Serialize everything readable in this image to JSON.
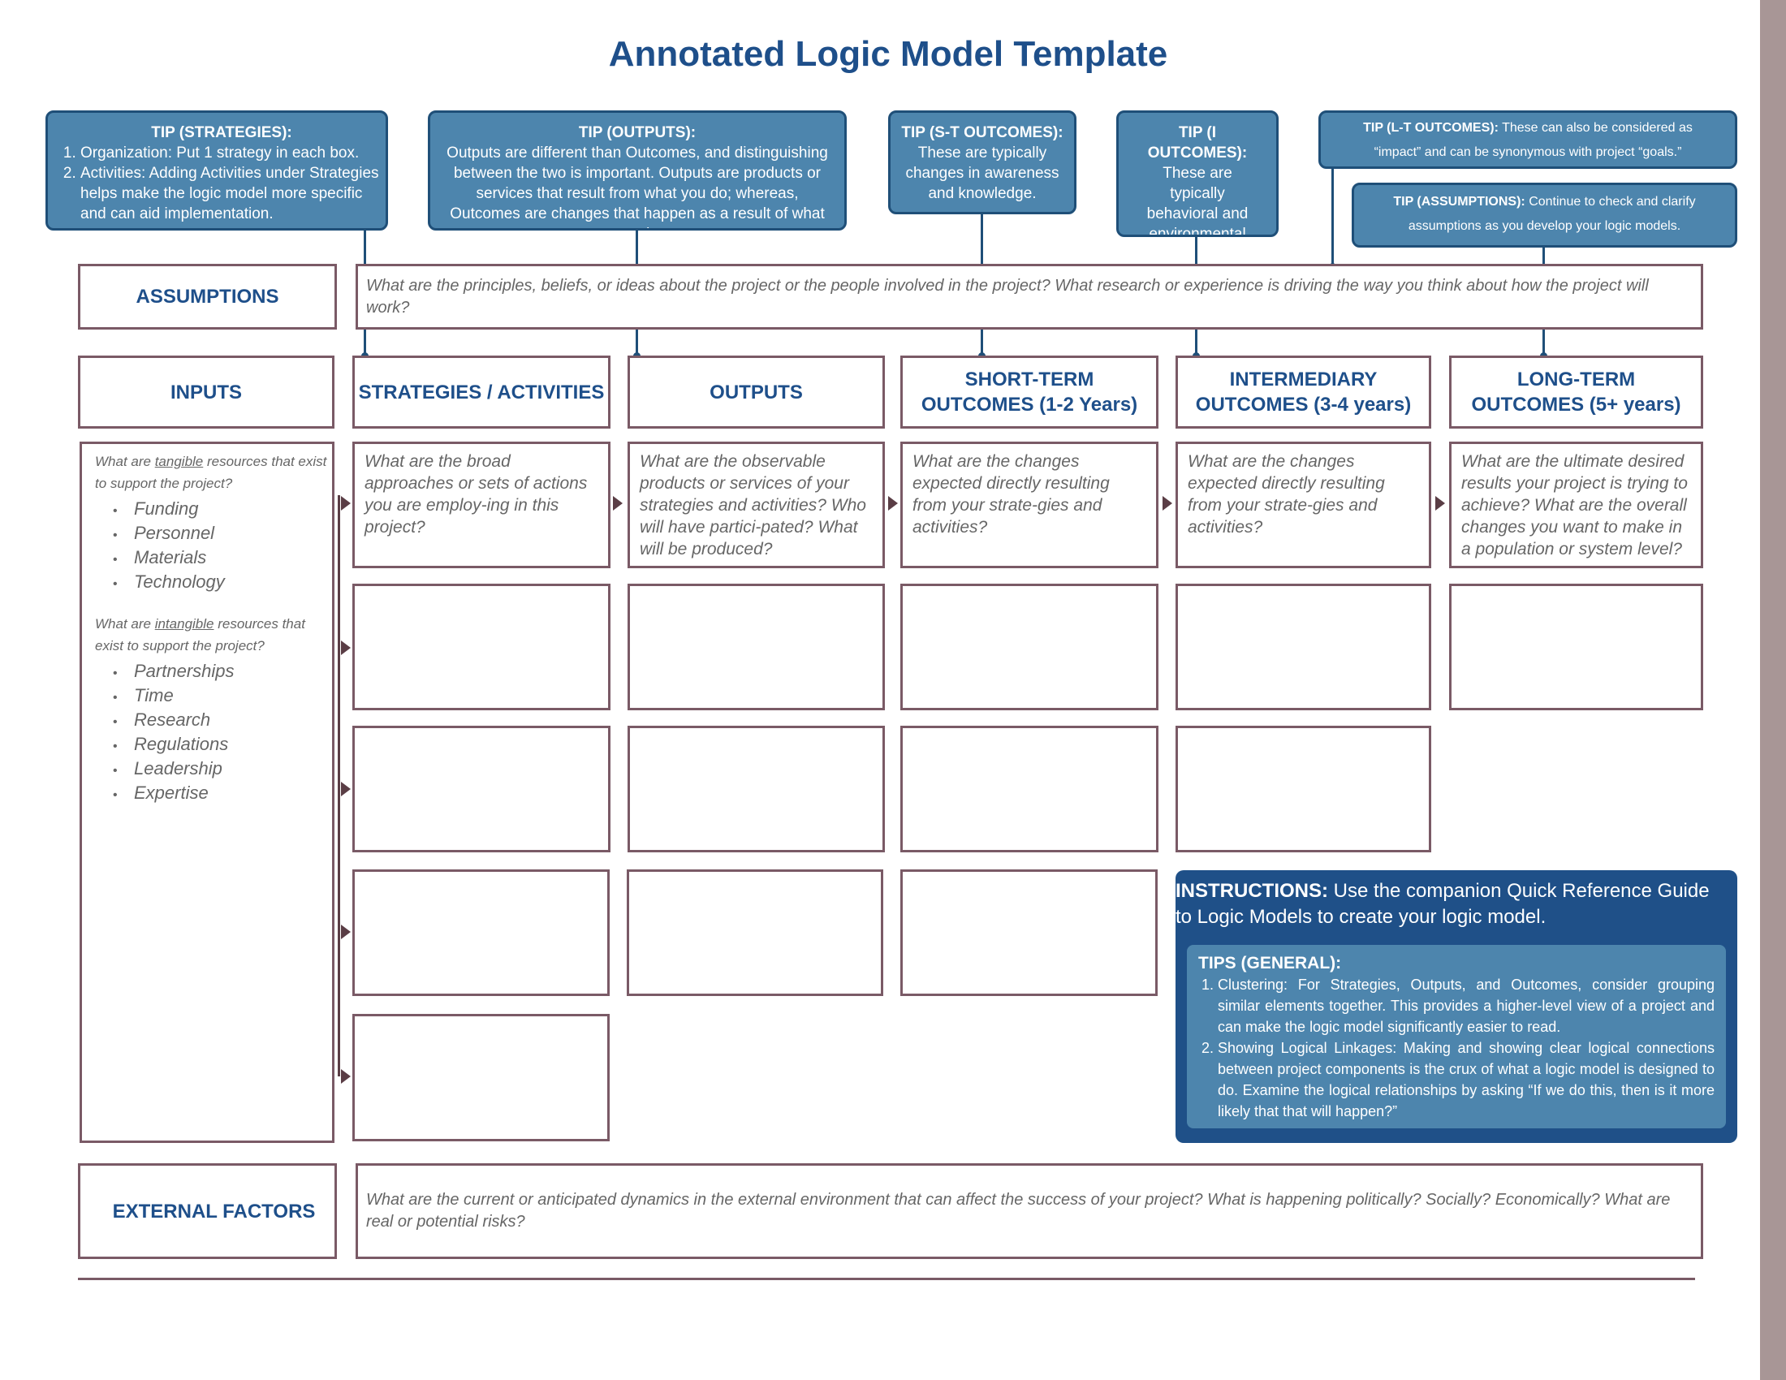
{
  "title": "Annotated Logic Model Template",
  "tips": {
    "strategies": {
      "heading": "TIP (STRATEGIES):",
      "items": [
        "Organization: Put 1 strategy in each box.",
        "Activities: Adding Activities under Strategies helps make the logic model more specific and can aid implementation."
      ]
    },
    "outputs": {
      "heading": "TIP (OUTPUTS):",
      "text": "Outputs are different than Outcomes, and distinguishing between the two is important. Outputs are products or services that result from what you do; whereas, Outcomes are changes that happen as a result of what you do."
    },
    "st_outcomes": {
      "heading": "TIP (S-T OUTCOMES):",
      "text": "These are typically changes in awareness and knowledge."
    },
    "i_outcomes": {
      "heading": "TIP (I OUTCOMES):",
      "text": "These are typically behavioral and environmental changes."
    },
    "lt_outcomes": {
      "heading": "TIP (L-T OUTCOMES):",
      "text": "These can also be considered as “impact” and can be synonymous with project “goals.”"
    },
    "assumptions": {
      "heading": "TIP (ASSUMPTIONS):",
      "text": "Continue to check and clarify assumptions as you develop your logic models."
    }
  },
  "assumptions": {
    "label": "ASSUMPTIONS",
    "prompt": "What are the principles, beliefs, or ideas about the project or the people involved in the project? What research or experience is driving the way you think about how the project will work?"
  },
  "columns": {
    "inputs": "INPUTS",
    "strategies": "STRATEGIES / ACTIVITIES",
    "outputs": "OUTPUTS",
    "short_term": "SHORT-TERM OUTCOMES (1-2 Years)",
    "intermediary": "INTERMEDIARY OUTCOMES (3-4 years)",
    "long_term": "LONG-TERM OUTCOMES (5+ years)"
  },
  "inputs_content": {
    "tangible_q_pre": "What are ",
    "tangible_word": "tangible",
    "tangible_q_post": " resources that exist to support the project?",
    "tangible_items": [
      "Funding",
      "Personnel",
      "Materials",
      "Technology"
    ],
    "intangible_q_pre": "What are ",
    "intangible_word": "intangible",
    "intangible_q_post": " resources that exist to support the project?",
    "intangible_items": [
      "Partnerships",
      "Time",
      "Research",
      "Regulations",
      "Leadership",
      "Expertise"
    ]
  },
  "prompts": {
    "strategies": "What are the broad approaches or sets of actions you are employ-ing in this project?",
    "outputs": "What are the observable products or services of your strategies and activities? Who will have partici-pated? What will be produced?",
    "short_term": "What are the changes expected directly resulting from your strate-gies and activities?",
    "intermediary": "What are the changes expected directly resulting from your strate-gies and activities?",
    "long_term": "What are the ultimate desired results your project is trying to achieve? What are the overall changes you want to make in a population or system level?"
  },
  "instructions": {
    "heading": "INSTRUCTIONS:",
    "text": "Use the companion Quick Reference Guide to Logic Models to create your logic model.",
    "tips_heading": "TIPS (GENERAL):",
    "tips": [
      "Clustering: For Strategies, Outputs, and Outcomes, consider grouping similar elements together. This provides a higher-level view of a project and can make the logic model significantly easier to read.",
      "Showing Logical Linkages: Making and showing clear logical connections between project components is the crux of what a logic model is designed to do. Examine the logical relationships by asking “If we do this, then is it more likely that that will happen?”"
    ]
  },
  "external_factors": {
    "label": "EXTERNAL FACTORS",
    "prompt": "What are the current or anticipated dynamics in the external environment that can affect the success of your project? What is happening politically? Socially? Economically? What are real or potential risks?"
  },
  "colors": {
    "title": "#1e4f8a",
    "tip_fill": "#4d85ad",
    "tip_border": "#1f4f78",
    "instructions_fill": "#1f5088",
    "box_border": "#7a5a66"
  }
}
